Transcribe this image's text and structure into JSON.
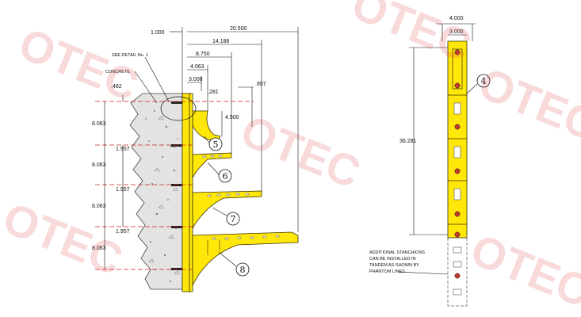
{
  "dimensions": {
    "top_left": "1.000",
    "overall_width": "20.500",
    "arm_width": "14.188",
    "width_3": "8.750",
    "width_4": "4.063",
    "width_5": "3.000",
    "offset_281": ".281",
    "offset_857": ".857",
    "offset_482": ".482",
    "drop_4500": "4.500",
    "spacing_a": "8.063",
    "spacing_b": "8.063",
    "spacing_c": "8.063",
    "spacing_d": "8.063",
    "gap_a": "1.957",
    "gap_b": "1.957",
    "gap_c": "1.957",
    "stanchion_outer": "4.000",
    "stanchion_inner": "3.000",
    "stanchion_height": "36.281"
  },
  "labels": {
    "see_detail": "SEE DETAIL No. 1",
    "concrete": "CONCRETE",
    "note_line1": "ADDITIONAL STANCHIONS",
    "note_line2": "CAN BE INSTALLED IN",
    "note_line3": "TANDEM AS SHOWN BY",
    "note_line4": "PHANTOM LINES"
  },
  "callouts": {
    "c4": "4",
    "c5": "5",
    "c6": "6",
    "c7": "7",
    "c8": "8"
  },
  "watermark": "OTEC",
  "colors": {
    "fiberglass": "#ffe70a",
    "centerline": "#cc2222",
    "watermark": "#e23a3a"
  }
}
